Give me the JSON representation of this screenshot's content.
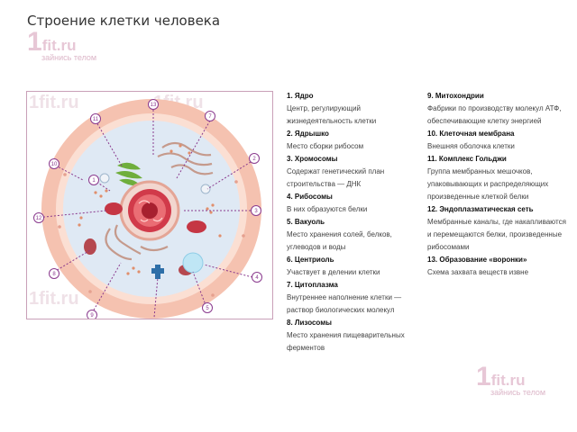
{
  "title": "Строение клетки человека",
  "logo": {
    "number": "1",
    "domain": "fit.ru",
    "slogan": "зайнись телом"
  },
  "colors": {
    "brand": "#e7c7d6",
    "pointer": "#8a3a8e",
    "membrane": "#f3b8a6",
    "nucleus": "#d13a4a"
  },
  "parts": [
    {
      "n": "1",
      "term": "1. Ядро",
      "desc": "Центр, регулирующий жизнедеятельность клетки"
    },
    {
      "n": "2",
      "term": "2. Ядрышко",
      "desc": "Место сборки рибосом"
    },
    {
      "n": "3",
      "term": "3. Хромосомы",
      "desc": "Содержат генетический план строительства — ДНК"
    },
    {
      "n": "4",
      "term": "4. Рибосомы",
      "desc": "В них образуются белки"
    },
    {
      "n": "5",
      "term": "5. Вакуоль",
      "desc": "Место хранения солей, белков, углеводов и воды"
    },
    {
      "n": "6",
      "term": "6. Центриоль",
      "desc": "Участвует в делении клетки"
    },
    {
      "n": "7",
      "term": "7. Цитоплазма",
      "desc": "Внутреннее наполнение клетки — раствор биологических молекул"
    },
    {
      "n": "8",
      "term": "8. Лизосомы",
      "desc": "Место хранения пищеварительных ферментов"
    },
    {
      "n": "9",
      "term": "9. Митохондрии",
      "desc": "Фабрики по производству молекул АТФ, обеспечивающие клетку энергией"
    },
    {
      "n": "10",
      "term": "10. Клеточная мембрана",
      "desc": "Внешняя оболочка клетки"
    },
    {
      "n": "11",
      "term": "11. Комплекс Гольджи",
      "desc": "Группа мембранных мешочков, упаковывающих и распределяющих произведенные клеткой белки"
    },
    {
      "n": "12",
      "term": "12. Эндоплазматическая сеть",
      "desc": "Мембранные каналы, где накапливаются и перемещаются белки, произведенные рибосомами"
    },
    {
      "n": "13",
      "term": "13. Образование «воронки»",
      "desc": "Схема захвата веществ извне"
    }
  ]
}
